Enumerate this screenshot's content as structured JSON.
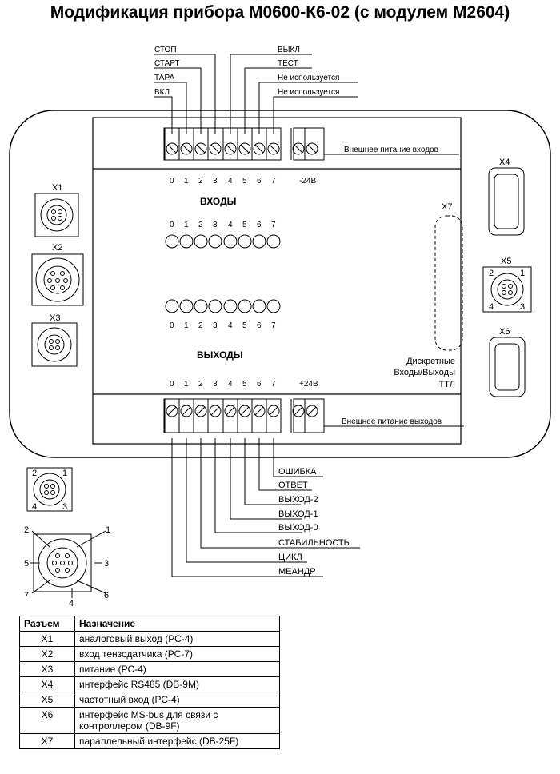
{
  "title": "Модификация прибора М0600-К6-02 (с модулем М2604)",
  "top_signals_left": [
    "СТОП",
    "СТАРТ",
    "ТАРА",
    "ВКЛ"
  ],
  "top_signals_right": [
    "ВЫКЛ",
    "ТЕСТ",
    "Не используется",
    "Не используется"
  ],
  "terminal_numbers": [
    "0",
    "1",
    "2",
    "3",
    "4",
    "5",
    "6",
    "7"
  ],
  "input_power_terminal": "-24В",
  "output_power_terminal": "+24В",
  "input_power_label": "Внешнее питание входов",
  "output_power_label": "Внешнее питание выходов",
  "inputs_label": "ВХОДЫ",
  "outputs_label": "ВЫХОДЫ",
  "x7_caption": [
    "Дискретные",
    "Входы/Выходы",
    "ТТЛ"
  ],
  "connectors": {
    "x1": "X1",
    "x2": "X2",
    "x3": "X3",
    "x4": "X4",
    "x5": "X5",
    "x6": "X6",
    "x7": "X7"
  },
  "pin_labels_4": [
    "2",
    "1",
    "4",
    "3"
  ],
  "pin_labels_7": [
    "2",
    "1",
    "5",
    "3",
    "7",
    "4",
    "6"
  ],
  "bottom_signals": [
    "ОШИБКА",
    "ОТВЕТ",
    "ВЫХОД-2",
    "ВЫХОД-1",
    "ВЫХОД-0",
    "СТАБИЛЬНОСТЬ",
    "ЦИКЛ",
    "МЕАНДР"
  ],
  "table": {
    "headers": [
      "Разъем",
      "Назначение"
    ],
    "rows": [
      [
        "X1",
        "аналоговый выход (РС-4)"
      ],
      [
        "X2",
        "вход тензодатчика (РС-7)"
      ],
      [
        "X3",
        "питание (РС-4)"
      ],
      [
        "X4",
        "интерфейс RS485 (DB-9M)"
      ],
      [
        "X5",
        "частотный вход (РС-4)"
      ],
      [
        "X6",
        "интерфейс MS-bus для связи с контроллером (DB-9F)"
      ],
      [
        "X7",
        "параллельный интерфейс (DB-25F)"
      ]
    ]
  }
}
